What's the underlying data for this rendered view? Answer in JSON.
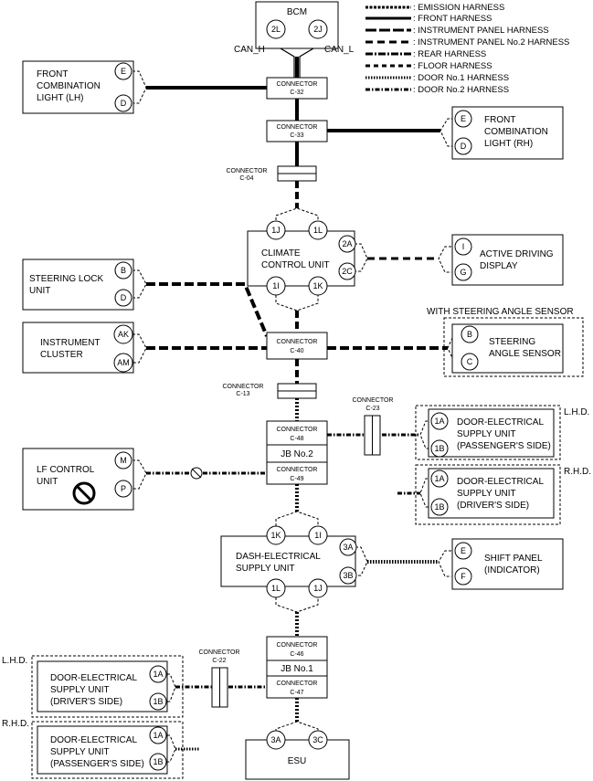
{
  "legend": [
    ": EMISSION HARNESS",
    ": FRONT HARNESS",
    ": INSTRUMENT PANEL HARNESS",
    ": INSTRUMENT PANEL No.2 HARNESS",
    ": REAR HARNESS",
    ": FLOOR HARNESS",
    ": DOOR No.1 HARNESS",
    ": DOOR No.2 HARNESS"
  ],
  "bcm": {
    "title": "BCM",
    "pin_2l": "2L",
    "pin_2j": "2J",
    "can_h": "CAN_H",
    "can_l": "CAN_L"
  },
  "fcl_lh": {
    "line1": "FRONT",
    "line2": "COMBINATION",
    "line3": "LIGHT (LH)",
    "pin_e": "E",
    "pin_d": "D"
  },
  "fcl_rh": {
    "line1": "FRONT",
    "line2": "COMBINATION",
    "line3": "LIGHT (RH)",
    "pin_e": "E",
    "pin_d": "D"
  },
  "connectors": {
    "c32": {
      "line1": "CONNECTOR",
      "line2": "C-32"
    },
    "c33": {
      "line1": "CONNECTOR",
      "line2": "C-33"
    },
    "c04": {
      "line1": "CONNECTOR",
      "line2": "C-04"
    },
    "c40": {
      "line1": "CONNECTOR",
      "line2": "C-40"
    },
    "c13": {
      "line1": "CONNECTOR",
      "line2": "C-13"
    },
    "c23": {
      "line1": "CONNECTOR",
      "line2": "C-23"
    },
    "c48": {
      "line1": "CONNECTOR",
      "line2": "C-48"
    },
    "c49": {
      "line1": "CONNECTOR",
      "line2": "C-49"
    },
    "c46": {
      "line1": "CONNECTOR",
      "line2": "C-46"
    },
    "c47": {
      "line1": "CONNECTOR",
      "line2": "C-47"
    },
    "c22": {
      "line1": "CONNECTOR",
      "line2": "C-22"
    }
  },
  "climate": {
    "line1": "CLIMATE",
    "line2": "CONTROL UNIT",
    "pin_1j": "1J",
    "pin_1l": "1L",
    "pin_1i": "1I",
    "pin_1k": "1K",
    "pin_2a": "2A",
    "pin_2c": "2C"
  },
  "add": {
    "line1": "ACTIVE DRIVING",
    "line2": "DISPLAY",
    "pin_i": "I",
    "pin_g": "G"
  },
  "steering_lock": {
    "line1": "STEERING LOCK",
    "line2": "UNIT",
    "pin_b": "B",
    "pin_d": "D"
  },
  "cluster": {
    "line1": "INSTRUMENT",
    "line2": "CLUSTER",
    "pin_ak": "AK",
    "pin_am": "AM"
  },
  "sas": {
    "caption": "WITH STEERING ANGLE SENSOR",
    "line1": "STEERING",
    "line2": "ANGLE SENSOR",
    "pin_b": "B",
    "pin_c": "C"
  },
  "lf": {
    "line1": "LF CONTROL",
    "line2": "UNIT",
    "pin_m": "M",
    "pin_p": "P"
  },
  "jb2": "JB No.2",
  "jb1": "JB No.1",
  "desu_ps_top": {
    "variant": "L.H.D.",
    "line1": "DOOR-ELECTRICAL",
    "line2": "SUPPLY UNIT",
    "line3": "(PASSENGER'S SIDE)",
    "pin_1a": "1A",
    "pin_1b": "1B"
  },
  "desu_ds_top": {
    "variant": "R.H.D.",
    "line1": "DOOR-ELECTRICAL",
    "line2": "SUPPLY UNIT",
    "line3": "(DRIVER'S SIDE)",
    "pin_1a": "1A",
    "pin_1b": "1B"
  },
  "dash": {
    "line1": "DASH-ELECTRICAL",
    "line2": "SUPPLY UNIT",
    "pin_1k": "1K",
    "pin_1i": "1I",
    "pin_1l": "1L",
    "pin_1j": "1J",
    "pin_3a": "3A",
    "pin_3b": "3B"
  },
  "shift": {
    "line1": "SHIFT PANEL",
    "line2": "(INDICATOR)",
    "pin_e": "E",
    "pin_f": "F"
  },
  "desu_ds_bot": {
    "variant": "L.H.D.",
    "line1": "DOOR-ELECTRICAL",
    "line2": "SUPPLY UNIT",
    "line3": "(DRIVER'S SIDE)",
    "pin_1a": "1A",
    "pin_1b": "1B"
  },
  "desu_ps_bot": {
    "variant": "R.H.D.",
    "line1": "DOOR-ELECTRICAL",
    "line2": "SUPPLY UNIT",
    "line3": "(PASSENGER'S SIDE)",
    "pin_1a": "1A",
    "pin_1b": "1B"
  },
  "esu": {
    "title": "ESU",
    "pin_3a": "3A",
    "pin_3c": "3C"
  }
}
